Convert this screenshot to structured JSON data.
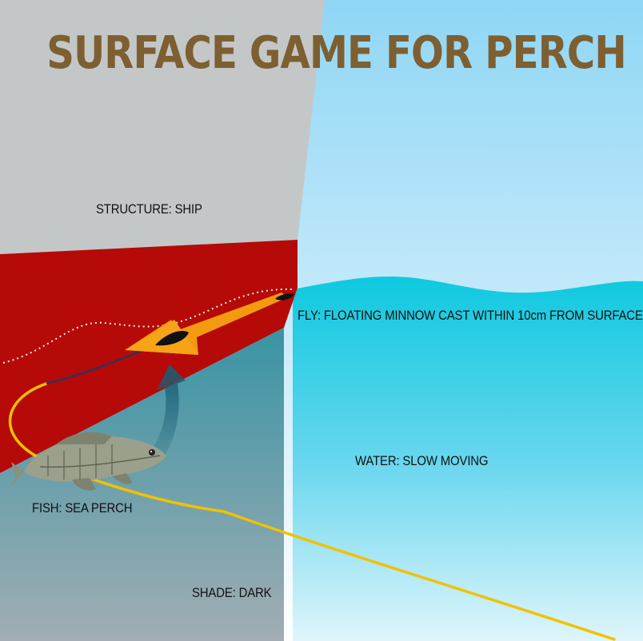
{
  "title": "SURFACE GAME FOR PERCH",
  "labels": {
    "structure": "STRUCTURE: SHIP",
    "fly": "FLY: FLOATING MINNOW CAST WITHIN 10cm FROM SURFACE",
    "water": "WATER: SLOW MOVING",
    "fish": "FISH: SEA PERCH",
    "shade": "SHADE: DARK"
  },
  "colors": {
    "title": "#7d5f31",
    "ship_grey": "#c4c7c7",
    "hull_red": "#b50a07",
    "sky_top": "#8fd6f5",
    "water_surface": "#0ec9df",
    "shade": "#4f8a99",
    "fly_line": "#f2c100",
    "arrow": "#f39a10",
    "motion_arrow": "#1a5d73"
  },
  "icons": {
    "fish": "sea-perch-illustration",
    "fly": "floating-minnow-lure",
    "retrieve_arrow": "orange-arrow-left",
    "strike_arrow": "curved-up-arrow"
  }
}
